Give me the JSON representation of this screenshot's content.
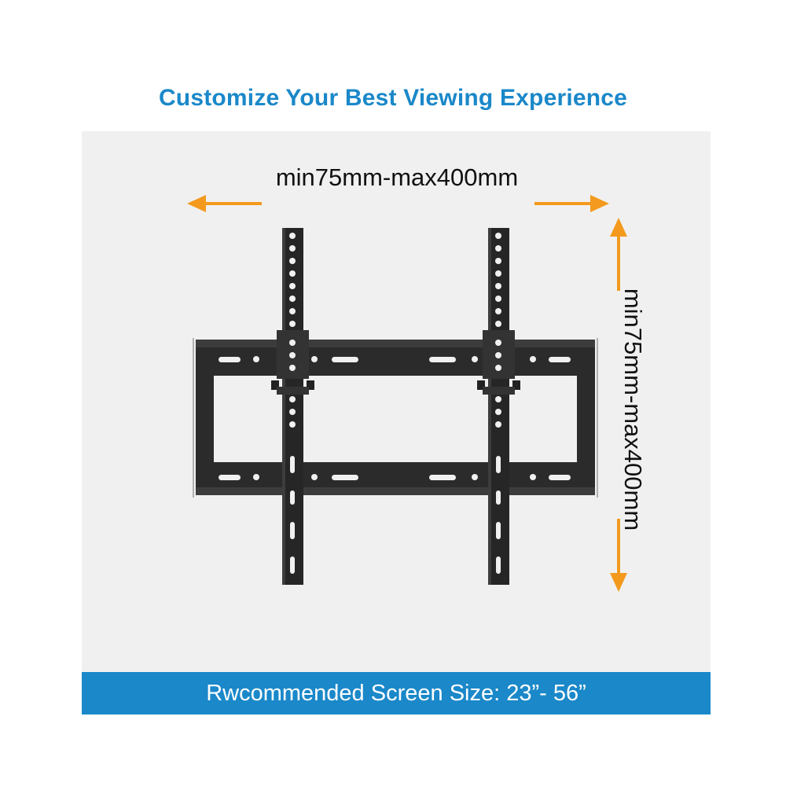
{
  "headline": "Customize Your Best Viewing Experience",
  "horizontal_range_label": "min75mm-max400mm",
  "vertical_range_label": "min75mm-max400mm",
  "footer_text": "Rwcommended Screen Size: 23”- 56”",
  "colors": {
    "accent_blue": "#1a88c9",
    "arrow_orange": "#f39a1e",
    "panel_gray": "#f0f0f0",
    "bracket_black": "#2a2a2a"
  },
  "icons": {
    "left_arrow": "arrow-left-icon",
    "right_arrow": "arrow-right-icon",
    "up_arrow": "arrow-up-icon",
    "down_arrow": "arrow-down-icon",
    "product": "tv-wall-mount-bracket-illustration"
  }
}
